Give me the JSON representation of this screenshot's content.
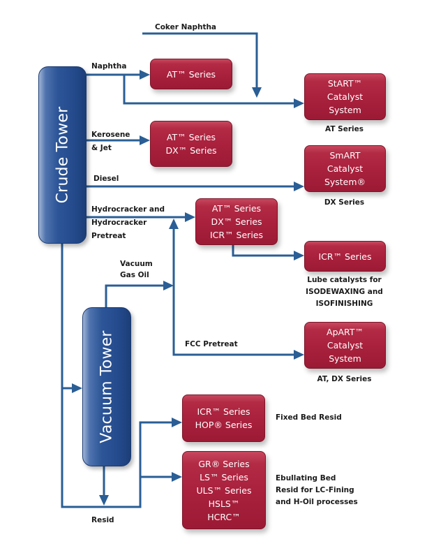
{
  "diagram": {
    "type": "refinery-catalyst-flow",
    "colors": {
      "tower": "#2c5597",
      "catalyst_box": "#a8203c",
      "flow_line": "#2a5e95",
      "text": "#1a1a1a"
    },
    "towers": {
      "crude": {
        "label": "Crude Tower"
      },
      "vacuum": {
        "label": "Vacuum Tower"
      }
    },
    "streams": {
      "coker_naphtha": {
        "lines": [
          "Coker Naphtha"
        ]
      },
      "naphtha": {
        "lines": [
          "Naphtha"
        ]
      },
      "kerosene": {
        "lines": [
          "Kerosene",
          "& Jet"
        ]
      },
      "diesel": {
        "lines": [
          "Diesel"
        ]
      },
      "hydrocracker": {
        "lines": [
          "Hydrocracker and",
          "Hydrocracker",
          "Pretreat"
        ]
      },
      "vgo": {
        "lines": [
          "Vacuum",
          "Gas Oil"
        ]
      },
      "fcc": {
        "lines": [
          "FCC Pretreat"
        ]
      },
      "resid": {
        "lines": [
          "Resid"
        ]
      }
    },
    "catalyst_boxes": {
      "naphtha_at": {
        "lines": [
          "AT™ Series"
        ]
      },
      "kero": {
        "lines": [
          "AT™ Series",
          "DX™ Series"
        ]
      },
      "start": {
        "lines": [
          "StART™",
          "Catalyst",
          "System"
        ]
      },
      "smart": {
        "lines": [
          "SmART",
          "Catalyst",
          "System®"
        ]
      },
      "hydrocracker": {
        "lines": [
          "AT™ Series",
          "DX™ Series",
          "ICR™ Series"
        ]
      },
      "lube_icr": {
        "lines": [
          "ICR™ Series"
        ]
      },
      "apart": {
        "lines": [
          "ApART™",
          "Catalyst",
          "System"
        ]
      },
      "fixed_bed": {
        "lines": [
          "ICR™ Series",
          "HOP® Series"
        ]
      },
      "ebullating": {
        "lines": [
          "GR® Series",
          "LS™ Series",
          "ULS™ Series",
          "HSLS™",
          "HCRC™"
        ]
      }
    },
    "captions": {
      "start": {
        "lines": [
          "AT Series"
        ]
      },
      "smart": {
        "lines": [
          "DX Series"
        ]
      },
      "lube": {
        "lines": [
          "Lube catalysts for",
          "ISODEWAXING and",
          "ISOFINISHING"
        ]
      },
      "apart": {
        "lines": [
          "AT, DX Series"
        ]
      },
      "fixed_bed": {
        "lines": [
          "Fixed Bed Resid"
        ]
      },
      "ebullating": {
        "lines": [
          "Ebullating Bed",
          "Resid for LC-Fining",
          "and H-Oil processes"
        ]
      }
    }
  }
}
